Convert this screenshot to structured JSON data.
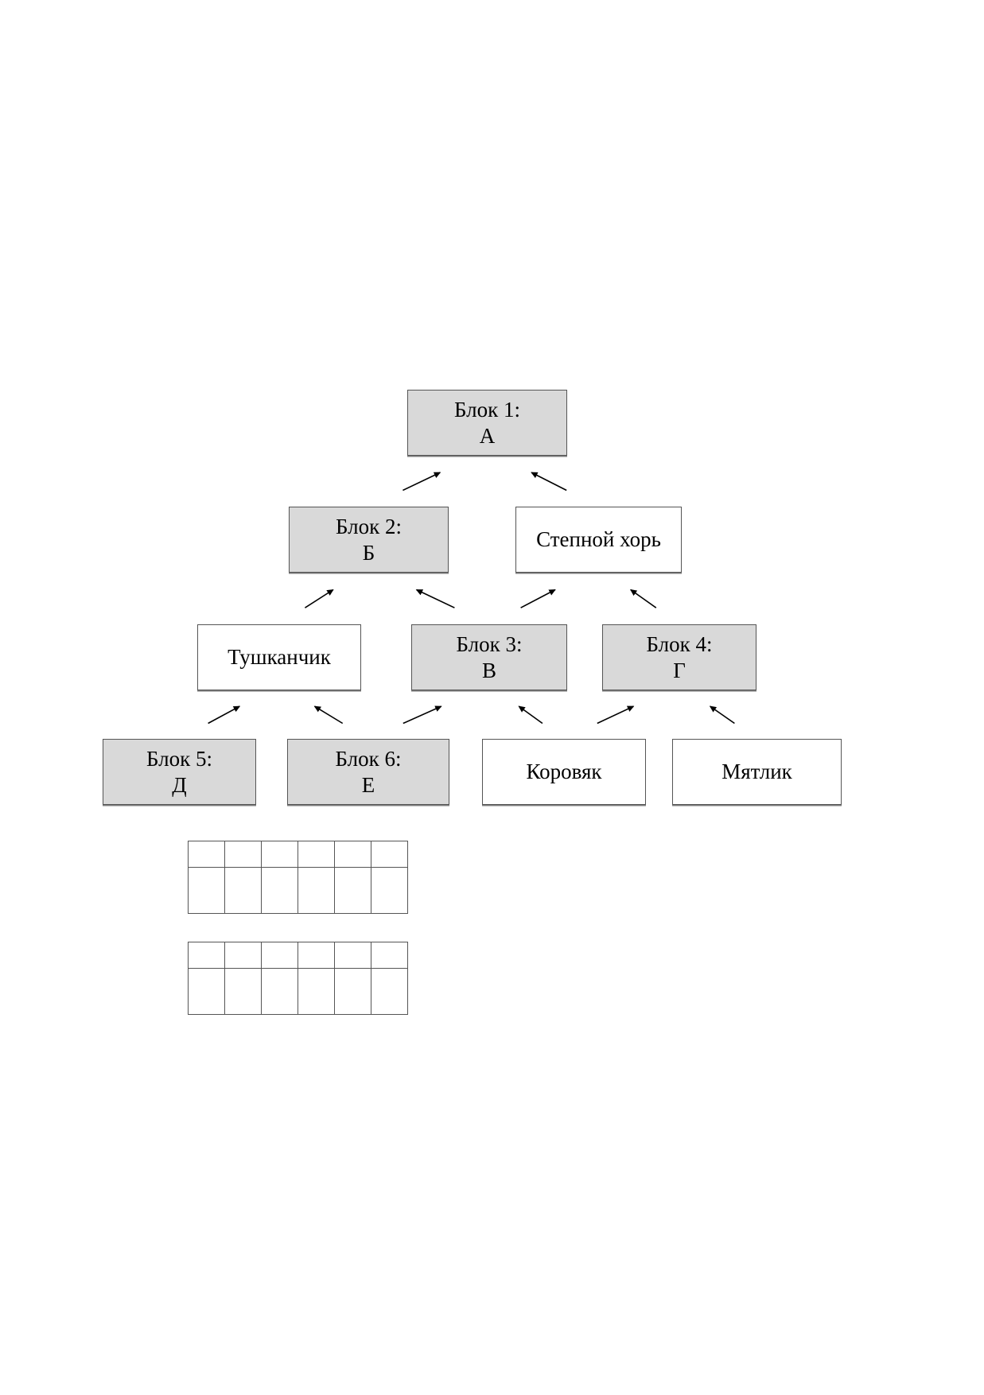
{
  "diagram": {
    "blocks": [
      {
        "id": "block-1",
        "title": "Блок 1:",
        "letter": "А",
        "fill": "#d9d9d9"
      },
      {
        "id": "block-2",
        "title": "Блок 2:",
        "letter": "Б",
        "fill": "#d9d9d9"
      },
      {
        "id": "block-3",
        "title": "Блок 3:",
        "letter": "В",
        "fill": "#d9d9d9"
      },
      {
        "id": "block-4",
        "title": "Блок 4:",
        "letter": "Г",
        "fill": "#d9d9d9"
      },
      {
        "id": "block-5",
        "title": "Блок 5:",
        "letter": "Д",
        "fill": "#d9d9d9"
      },
      {
        "id": "block-6",
        "title": "Блок 6:",
        "letter": "Е",
        "fill": "#d9d9d9"
      }
    ],
    "organisms": [
      {
        "id": "stepnoy-khor",
        "label": "Степной хорь"
      },
      {
        "id": "tushkanchik",
        "label": "Тушканчик"
      },
      {
        "id": "korovyak",
        "label": "Коровяк"
      },
      {
        "id": "myatlik",
        "label": "Мятлик"
      }
    ],
    "arrows": [
      {
        "from": "block-2",
        "to": "block-1"
      },
      {
        "from": "stepnoy-khor",
        "to": "block-1"
      },
      {
        "from": "tushkanchik",
        "to": "block-2"
      },
      {
        "from": "block-3",
        "to": "block-2"
      },
      {
        "from": "block-3",
        "to": "stepnoy-khor"
      },
      {
        "from": "block-4",
        "to": "stepnoy-khor"
      },
      {
        "from": "block-5",
        "to": "tushkanchik"
      },
      {
        "from": "block-6",
        "to": "tushkanchik"
      },
      {
        "from": "block-6",
        "to": "block-3"
      },
      {
        "from": "korovyak",
        "to": "block-3"
      },
      {
        "from": "korovyak",
        "to": "block-4"
      },
      {
        "from": "myatlik",
        "to": "block-4"
      }
    ],
    "answer_grids": [
      {
        "columns": 6,
        "header_cells": [
          "",
          "",
          "",
          "",
          "",
          ""
        ],
        "answer_cells": [
          "",
          "",
          "",
          "",
          "",
          ""
        ]
      },
      {
        "columns": 6,
        "header_cells": [
          "",
          "",
          "",
          "",
          "",
          ""
        ],
        "answer_cells": [
          "",
          "",
          "",
          "",
          "",
          ""
        ]
      }
    ],
    "colors": {
      "block_fill": "#d9d9d9",
      "organism_fill": "#ffffff",
      "border": "#555555",
      "arrow": "#000000"
    }
  }
}
